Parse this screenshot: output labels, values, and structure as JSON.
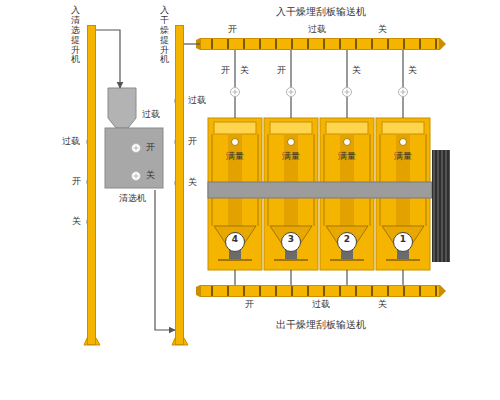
{
  "diagram": {
    "nodes": [
      {
        "text": [
          "入清选提升机"
        ]
      },
      {
        "text": [
          "清选机"
        ]
      },
      {
        "text": [
          "入干燥提升机"
        ]
      },
      {
        "text": [
          "入干燥埋刮板输送机"
        ]
      },
      {
        "text": [
          "满量"
        ]
      },
      {
        "text": [
          "满量"
        ]
      },
      {
        "text": [
          "满量"
        ]
      },
      {
        "text": [
          "满量"
        ]
      },
      {
        "text": [
          "4"
        ],
        "in": 4
      },
      {
        "text": [
          "3"
        ],
        "in": 5
      },
      {
        "text": [
          "2"
        ],
        "in": 6
      },
      {
        "text": [
          "1"
        ],
        "in": 7
      },
      {
        "text": [
          "出干燥埋刮板输送机"
        ]
      }
    ],
    "edges": [
      {
        "from": 0,
        "to": 1,
        "arrow": "to"
      },
      {
        "from": 1,
        "to": 2,
        "arrow": "to"
      },
      {
        "from": 2,
        "to": 3,
        "arrow": "none"
      },
      {
        "from": 3,
        "to": 4,
        "arrow": "none"
      },
      {
        "from": 3,
        "to": 5,
        "arrow": "none"
      },
      {
        "from": 3,
        "to": 6,
        "arrow": "none"
      },
      {
        "from": 3,
        "to": 7,
        "arrow": "none"
      },
      {
        "from": 4,
        "to": 12,
        "arrow": "none"
      },
      {
        "from": 5,
        "to": 12,
        "arrow": "none"
      },
      {
        "from": 6,
        "to": 12,
        "arrow": "none"
      },
      {
        "from": 7,
        "to": 12,
        "arrow": "none"
      }
    ],
    "labels": [
      "过载",
      "开",
      "关",
      "过载",
      "开",
      "关",
      "过载",
      "开",
      "关",
      "开",
      "过载",
      "关",
      "开",
      "关",
      "开",
      "关",
      "关",
      "开",
      "过载",
      "关"
    ]
  }
}
